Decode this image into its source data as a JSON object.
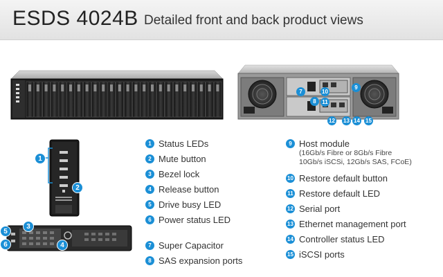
{
  "header": {
    "model": "ESDS 4024B",
    "subtitle": "Detailed front and back product views"
  },
  "colors": {
    "accent": "#1b8fd6",
    "chassis": "#2b2b2b"
  },
  "callouts": {
    "back": [
      "7",
      "8",
      "10",
      "11",
      "9",
      "12",
      "13",
      "14",
      "15"
    ],
    "bezel": [
      "1",
      "2"
    ],
    "tray": [
      "3",
      "5",
      "6",
      "4"
    ]
  },
  "legend_left": [
    {
      "num": "1",
      "label": "Status LEDs"
    },
    {
      "num": "2",
      "label": "Mute button"
    },
    {
      "num": "3",
      "label": "Bezel lock"
    },
    {
      "num": "4",
      "label": "Release button"
    },
    {
      "num": "5",
      "label": "Drive busy LED"
    },
    {
      "num": "6",
      "label": "Power status LED"
    },
    {
      "num": "7",
      "label": "Super Capacitor"
    },
    {
      "num": "8",
      "label": "SAS expansion ports"
    }
  ],
  "legend_right": [
    {
      "num": "9",
      "label": "Host module",
      "sub1": "(16Gb/s Fibre or 8Gb/s Fibre",
      "sub2": "10Gb/s iSCSi, 12Gb/s SAS, FCoE)"
    },
    {
      "num": "10",
      "label": "Restore default button"
    },
    {
      "num": "11",
      "label": "Restore default LED"
    },
    {
      "num": "12",
      "label": "Serial port"
    },
    {
      "num": "13",
      "label": "Ethernet management port"
    },
    {
      "num": "14",
      "label": "Controller status LED"
    },
    {
      "num": "15",
      "label": "iSCSI ports"
    }
  ]
}
